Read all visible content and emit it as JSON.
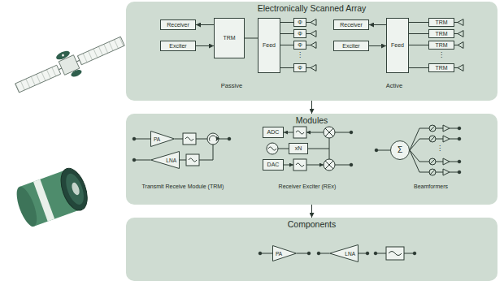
{
  "diagram": {
    "nodes": [
      {
        "text": [
          "Electronically Scanned Array"
        ]
      },
      {
        "text": [
          "Receiver"
        ],
        "in": 0
      },
      {
        "text": [
          "Exciter"
        ],
        "in": 0
      },
      {
        "text": [
          "TRM"
        ],
        "in": 0
      },
      {
        "text": [
          "Feed"
        ],
        "in": 0
      },
      {
        "text": [
          "Φ"
        ],
        "in": 0
      },
      {
        "text": [
          "Φ"
        ],
        "in": 0
      },
      {
        "text": [
          "Φ"
        ],
        "in": 0
      },
      {
        "text": [
          "Φ"
        ],
        "in": 0
      },
      {
        "text": [
          "Receiver"
        ],
        "in": 0
      },
      {
        "text": [
          "Exciter"
        ],
        "in": 0
      },
      {
        "text": [
          "Feed"
        ],
        "in": 0
      },
      {
        "text": [
          "TRM"
        ],
        "in": 0
      },
      {
        "text": [
          "TRM"
        ],
        "in": 0
      },
      {
        "text": [
          "TRM"
        ],
        "in": 0
      },
      {
        "text": [
          "TRM"
        ],
        "in": 0
      },
      {
        "text": [
          "Modules"
        ]
      },
      {
        "text": [
          "PA"
        ],
        "in": 16
      },
      {
        "text": [
          "LNA"
        ],
        "in": 16
      },
      {
        "text": [
          "ADC"
        ],
        "in": 16
      },
      {
        "text": [
          "xN"
        ],
        "in": 16
      },
      {
        "text": [
          "DAC"
        ],
        "in": 16
      },
      {
        "text": [
          "Σ"
        ],
        "in": 16
      },
      {
        "text": [
          "Components"
        ]
      },
      {
        "text": [
          "PA"
        ],
        "in": 23
      },
      {
        "text": [
          "LNA"
        ],
        "in": 23
      }
    ],
    "edges": [
      {
        "from": 3,
        "to": 1,
        "arrow": "to"
      },
      {
        "from": 2,
        "to": 3,
        "arrow": "to"
      },
      {
        "from": 3,
        "to": 4,
        "arrow": "none"
      },
      {
        "from": 4,
        "to": 5,
        "arrow": "none"
      },
      {
        "from": 4,
        "to": 6,
        "arrow": "none"
      },
      {
        "from": 4,
        "to": 7,
        "arrow": "none"
      },
      {
        "from": 4,
        "to": 8,
        "arrow": "none"
      },
      {
        "from": 11,
        "to": 9,
        "arrow": "to"
      },
      {
        "from": 10,
        "to": 11,
        "arrow": "to"
      },
      {
        "from": 11,
        "to": 12,
        "arrow": "none"
      },
      {
        "from": 11,
        "to": 13,
        "arrow": "none"
      },
      {
        "from": 11,
        "to": 14,
        "arrow": "none"
      },
      {
        "from": 11,
        "to": 15,
        "arrow": "none"
      },
      {
        "from": 0,
        "to": 16,
        "arrow": "to"
      },
      {
        "from": 16,
        "to": 23,
        "arrow": "to"
      }
    ],
    "labels": [
      "⋮",
      "Passive",
      "⋮",
      "Active",
      "Transmit Receive Module (TRM)",
      "Receiver Exciter (REx)",
      "⋮",
      "Beamformers"
    ]
  }
}
